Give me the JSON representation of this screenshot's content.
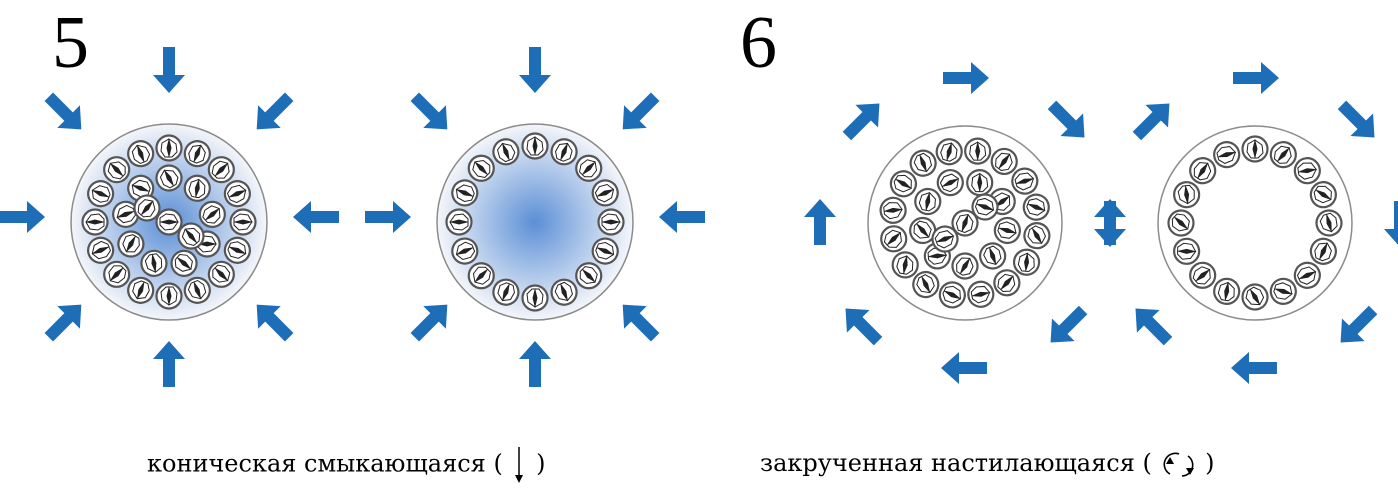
{
  "panels": [
    {
      "number": "5",
      "caption": {
        "text": "коническая смыкающаяся",
        "open_paren": "(",
        "close_paren": ")",
        "symbol_icon": "arrow-down-icon"
      },
      "flow": "converging",
      "circles": [
        {
          "fill": "radial-blue",
          "particle_layout": "rings-full"
        },
        {
          "fill": "radial-blue",
          "particle_layout": "ring-edge"
        }
      ]
    },
    {
      "number": "6",
      "caption": {
        "text": "закрученная настилающаяся",
        "open_paren": "(",
        "close_paren": ")",
        "symbol_icon": "rotate-clockwise-icon"
      },
      "flow": "swirling-clockwise",
      "circles": [
        {
          "fill": "white",
          "particle_layout": "scattered-full"
        },
        {
          "fill": "white",
          "particle_layout": "ring-edge"
        }
      ]
    }
  ],
  "colors": {
    "arrow": "#1e6eb7",
    "circle_stroke": "#8c8c8c",
    "particle_stroke": "#222222",
    "blue_center": "#5b8fd6",
    "blue_edge": "#f4f6fa"
  }
}
